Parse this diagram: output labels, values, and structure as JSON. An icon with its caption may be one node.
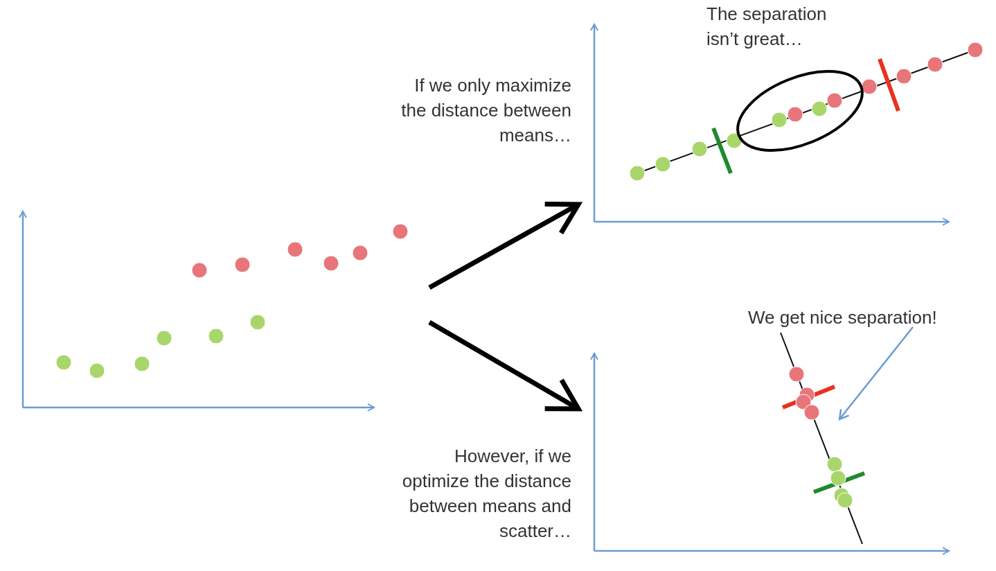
{
  "diagram": {
    "nodes": [
      {
        "text": [],
        "shape": "picture"
      },
      {
        "text": [],
        "shape": "picture"
      },
      {
        "text": [],
        "shape": "picture"
      },
      {
        "text": [
          "We get nice separation!"
        ]
      }
    ],
    "edges": [
      {
        "from": 0,
        "to": 1,
        "arrow": "to"
      },
      {
        "from": 0,
        "to": 2,
        "arrow": "to"
      },
      {
        "from": 3,
        "to": 2,
        "arrow": "to",
        "color": "#6a9bd3"
      }
    ],
    "labels": [
      "The separation isn’t great…",
      "If we only maximize the distance between means…",
      "However, if we optimize the distance between means and scatter…"
    ]
  }
}
